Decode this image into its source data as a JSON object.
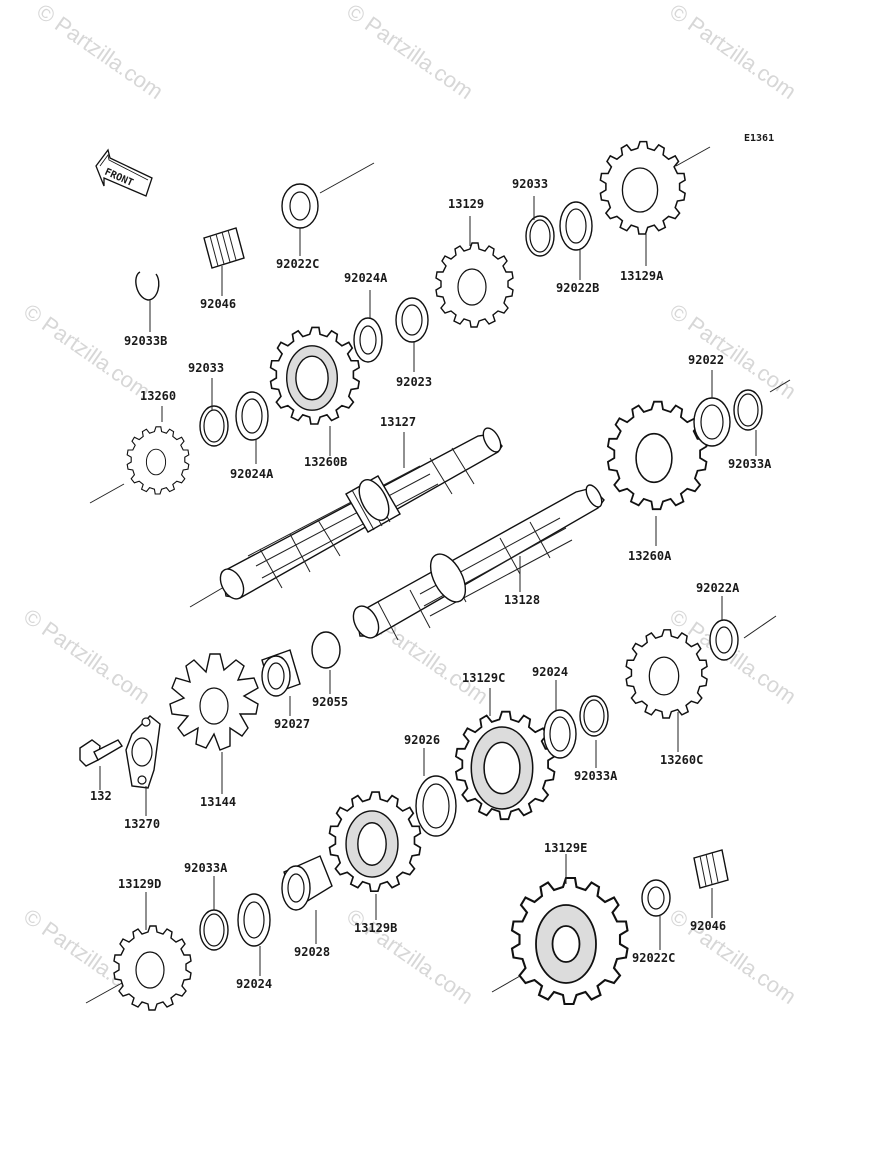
{
  "diagram": {
    "code": "E1361",
    "front_label": "FRONT",
    "watermark": "© Partzilla.com",
    "parts": [
      {
        "id": "p1",
        "label": "92022C"
      },
      {
        "id": "p2",
        "label": "92046"
      },
      {
        "id": "p3",
        "label": "92033B"
      },
      {
        "id": "p4",
        "label": "92024A"
      },
      {
        "id": "p5",
        "label": "92023"
      },
      {
        "id": "p6",
        "label": "13129"
      },
      {
        "id": "p7",
        "label": "92033"
      },
      {
        "id": "p8",
        "label": "92022B"
      },
      {
        "id": "p9",
        "label": "13129A"
      },
      {
        "id": "p10",
        "label": "92033"
      },
      {
        "id": "p11",
        "label": "13260"
      },
      {
        "id": "p12",
        "label": "92024A"
      },
      {
        "id": "p13",
        "label": "13260B"
      },
      {
        "id": "p14",
        "label": "13127"
      },
      {
        "id": "p15",
        "label": "92022"
      },
      {
        "id": "p16",
        "label": "92033A"
      },
      {
        "id": "p17",
        "label": "13260A"
      },
      {
        "id": "p18",
        "label": "13128"
      },
      {
        "id": "p19",
        "label": "92022A"
      },
      {
        "id": "p20",
        "label": "92027"
      },
      {
        "id": "p21",
        "label": "92055"
      },
      {
        "id": "p22",
        "label": "13129C"
      },
      {
        "id": "p23",
        "label": "92024"
      },
      {
        "id": "p24",
        "label": "92026"
      },
      {
        "id": "p25",
        "label": "92033A"
      },
      {
        "id": "p26",
        "label": "13260C"
      },
      {
        "id": "p27",
        "label": "132"
      },
      {
        "id": "p28",
        "label": "13270"
      },
      {
        "id": "p29",
        "label": "13144"
      },
      {
        "id": "p30",
        "label": "13129E"
      },
      {
        "id": "p31",
        "label": "13129D"
      },
      {
        "id": "p32",
        "label": "92033A"
      },
      {
        "id": "p33",
        "label": "92028"
      },
      {
        "id": "p34",
        "label": "13129B"
      },
      {
        "id": "p35",
        "label": "92024"
      },
      {
        "id": "p36",
        "label": "92022C"
      },
      {
        "id": "p37",
        "label": "92046"
      }
    ]
  }
}
